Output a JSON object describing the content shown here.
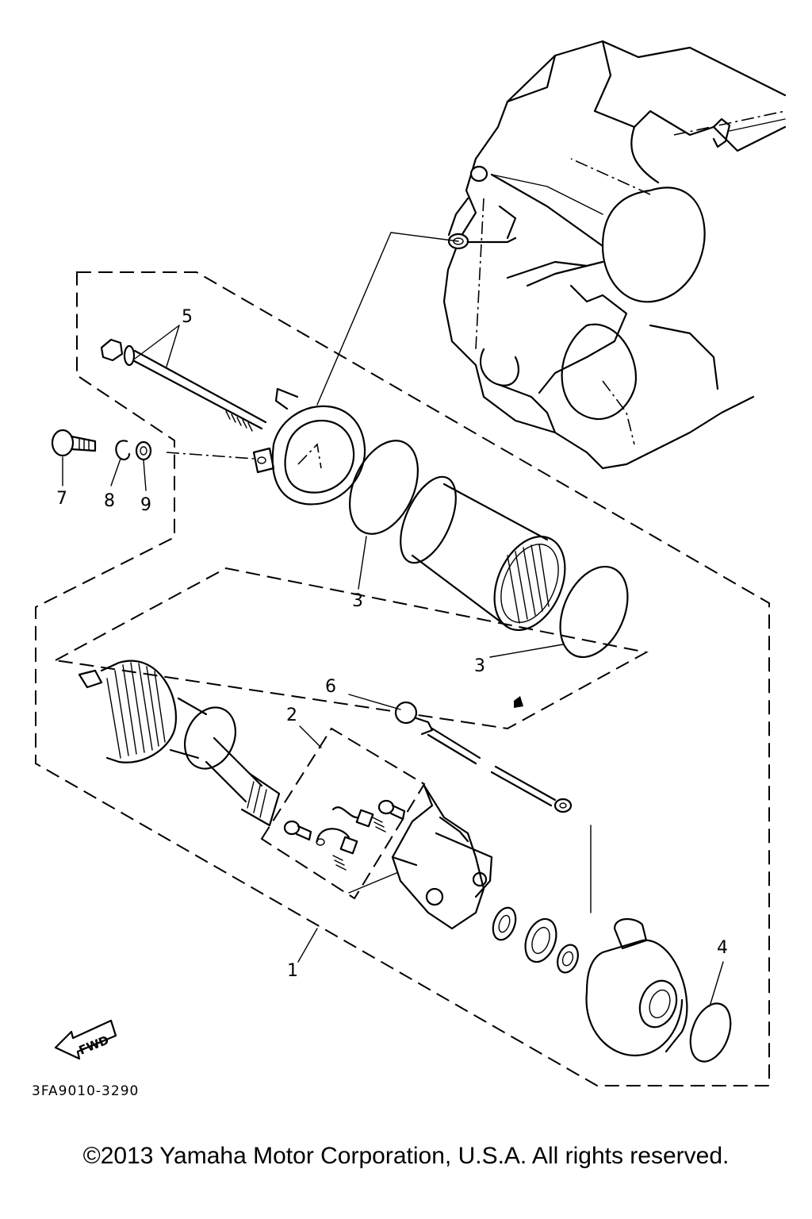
{
  "callouts": {
    "armature_assembly": "1",
    "brush_set": "2",
    "o_ring_upper": "3",
    "o_ring_lower": "3",
    "o_ring_rear": "4",
    "bolt_set": "5",
    "lead_wire": "6",
    "bolt": "7",
    "circlip": "8",
    "washer": "9"
  },
  "direction_label": "FWD",
  "diagram_code": "3FA9010-3290",
  "copyright": "©2013 Yamaha Motor Corporation, U.S.A. All rights reserved."
}
